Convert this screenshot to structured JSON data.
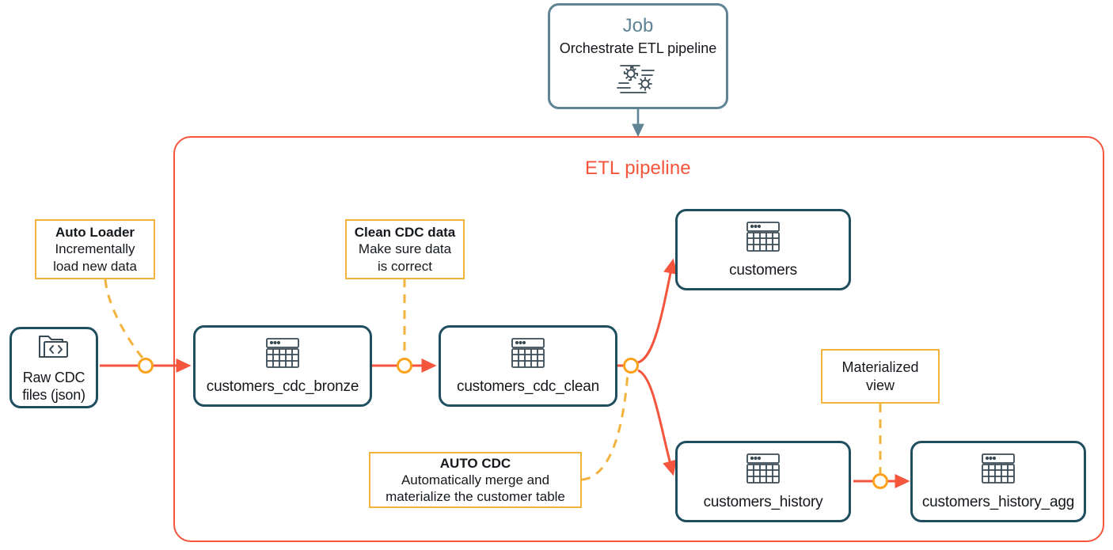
{
  "diagram": {
    "title": "Databricks ETL pipeline architecture diagram",
    "colors": {
      "pipeline_border": "#F4553C",
      "node_border": "#1F4E5F",
      "job_border": "#5E8496",
      "note_border": "#F2B33D",
      "arrow": "#F4553C",
      "annotation_line": "#F2B33D",
      "text": "#15181C"
    }
  },
  "job": {
    "title": "Job",
    "subtitle": "Orchestrate ETL pipeline",
    "icon": "gears-workflow-icon"
  },
  "pipeline": {
    "title": "ETL pipeline"
  },
  "nodes": [
    {
      "id": "raw-cdc-files",
      "label": "Raw CDC\nfiles (json)",
      "icon": "folder-code-icon"
    },
    {
      "id": "customers-cdc-bronze",
      "label": "customers_cdc_bronze",
      "icon": "table-icon"
    },
    {
      "id": "customers-cdc-clean",
      "label": "customers_cdc_clean",
      "icon": "table-icon"
    },
    {
      "id": "customers",
      "label": "customers",
      "icon": "table-icon"
    },
    {
      "id": "customers-history",
      "label": "customers_history",
      "icon": "table-icon"
    },
    {
      "id": "customers-history-agg",
      "label": "customers_history_agg",
      "icon": "table-icon"
    }
  ],
  "notes": [
    {
      "id": "auto-loader",
      "title": "Auto Loader",
      "body": "Incrementally\nload new data"
    },
    {
      "id": "clean-cdc-data",
      "title": "Clean CDC data",
      "body": "Make sure data\nis correct"
    },
    {
      "id": "auto-cdc",
      "title": "AUTO CDC",
      "body": "Automatically merge and\nmaterialize the customer table"
    },
    {
      "id": "materialized-view",
      "title": "",
      "body": "Materialized view"
    }
  ]
}
